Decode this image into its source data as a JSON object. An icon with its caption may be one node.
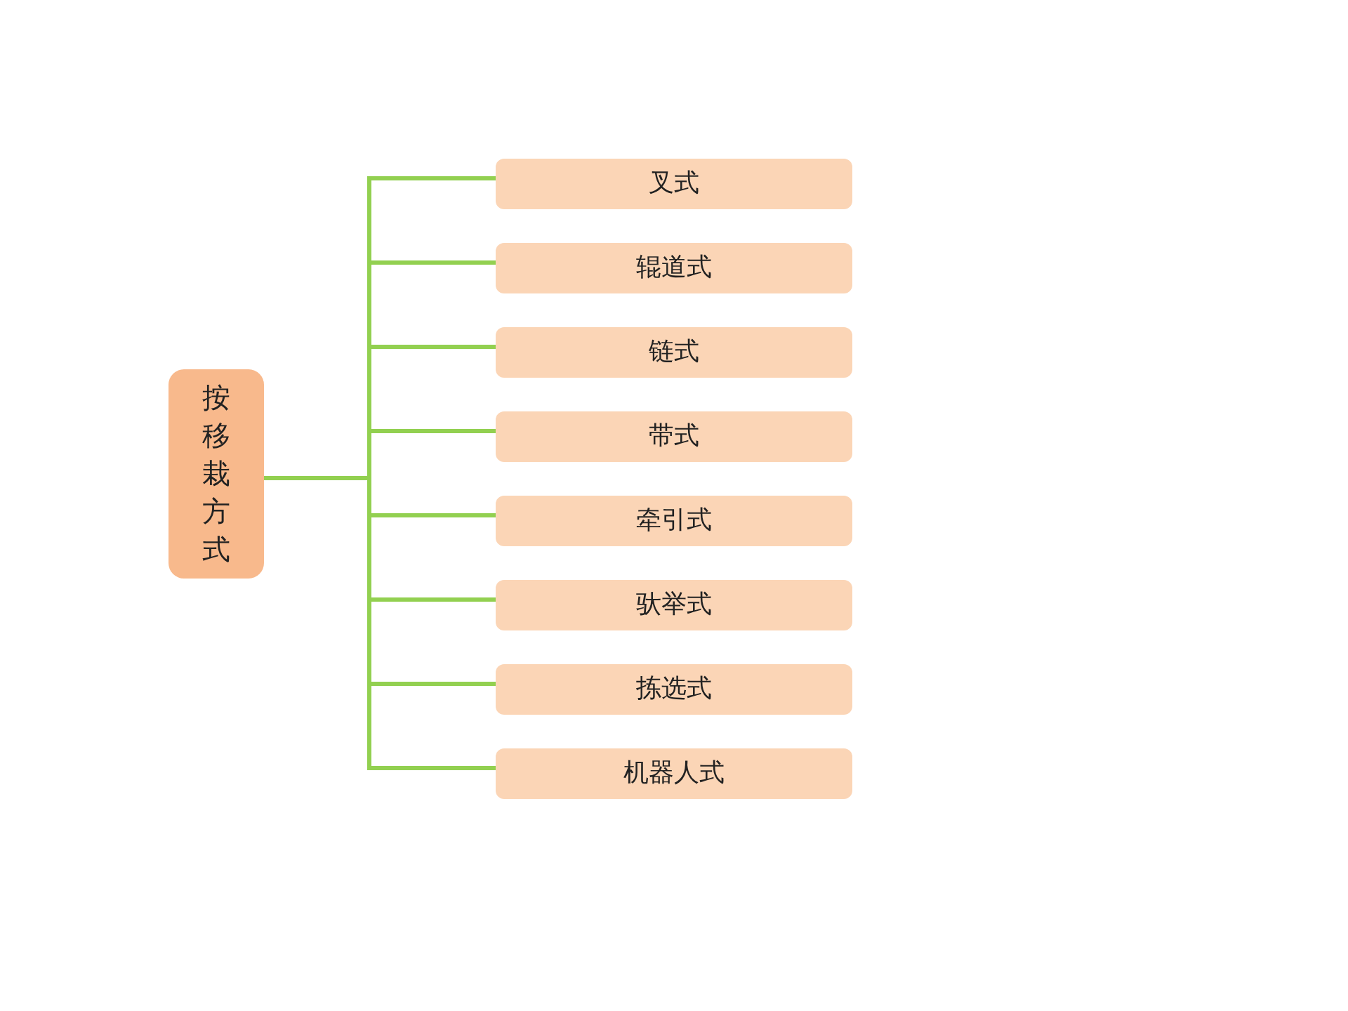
{
  "diagram": {
    "nodes": [
      {
        "text": [
          "按移栽方式"
        ]
      },
      {
        "text": [
          "叉式"
        ]
      },
      {
        "text": [
          "辊道式"
        ]
      },
      {
        "text": [
          "链式"
        ]
      },
      {
        "text": [
          "带式"
        ]
      },
      {
        "text": [
          "牵引式"
        ]
      },
      {
        "text": [
          "驮举式"
        ]
      },
      {
        "text": [
          "拣选式"
        ]
      },
      {
        "text": [
          "机器人式"
        ]
      }
    ],
    "edges": [
      {
        "from": 0,
        "to": 1,
        "arrow": "none"
      },
      {
        "from": 0,
        "to": 2,
        "arrow": "none"
      },
      {
        "from": 0,
        "to": 3,
        "arrow": "none"
      },
      {
        "from": 0,
        "to": 4,
        "arrow": "none"
      },
      {
        "from": 0,
        "to": 5,
        "arrow": "none"
      },
      {
        "from": 0,
        "to": 6,
        "arrow": "none"
      },
      {
        "from": 0,
        "to": 7,
        "arrow": "none"
      },
      {
        "from": 0,
        "to": 8,
        "arrow": "none"
      }
    ]
  }
}
